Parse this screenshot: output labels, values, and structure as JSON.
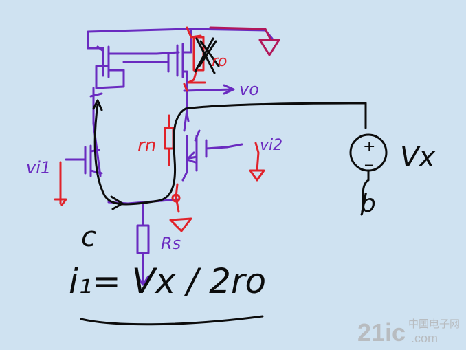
{
  "colors": {
    "background": "#cfe2f1",
    "purple": "#6a2bc0",
    "red": "#e0222a",
    "black": "#0c0c0c",
    "magenta": "#b2175a",
    "watermark": "#b8bcc0"
  },
  "labels": {
    "ro_top": "ro",
    "vo": "vo",
    "rn": "rn",
    "vi2": "vi2",
    "vi1": "vi1",
    "rs": "Rs",
    "vx_source": "Vx",
    "source_plus": "+",
    "source_minus": "−",
    "source_b": "b",
    "loop_c": "c",
    "equation": "i₁= Vx / 2ro"
  },
  "watermark": {
    "text": "21ic",
    "subtext": "中国电子网",
    "url_text": ".com"
  }
}
